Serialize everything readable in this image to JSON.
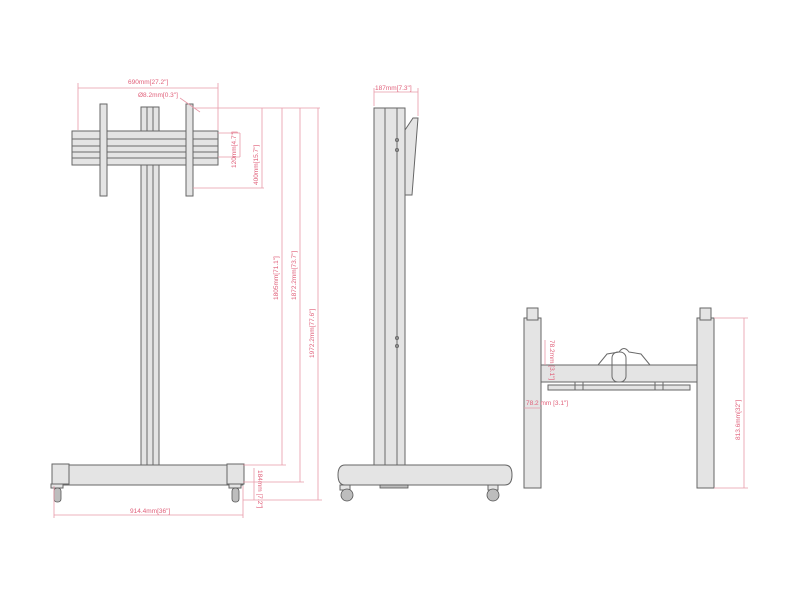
{
  "front_view": {
    "width_mount": "690mm[27.2\"]",
    "hole_diameter": "Ø8.2mm[0.3\"]",
    "rail_spacing": "120mm[4.7\"]",
    "mount_height": "400mm[15.7\"]",
    "height_1": "1805mm[71.1\"]",
    "height_2": "1872.2mm[73.7\"]",
    "height_3": "1972.2mm[77.6\"]",
    "base_height": "184mm [7.2\"]",
    "base_width": "914.4mm[36\"]"
  },
  "side_view": {
    "depth": "187mm[7.3\"]"
  },
  "detail_view": {
    "vertical_offset": "78.2mm [3.1\"]",
    "horizontal_offset": "78.2 mm [3.1\"]",
    "post_height": "813.6mm[32\"]"
  }
}
